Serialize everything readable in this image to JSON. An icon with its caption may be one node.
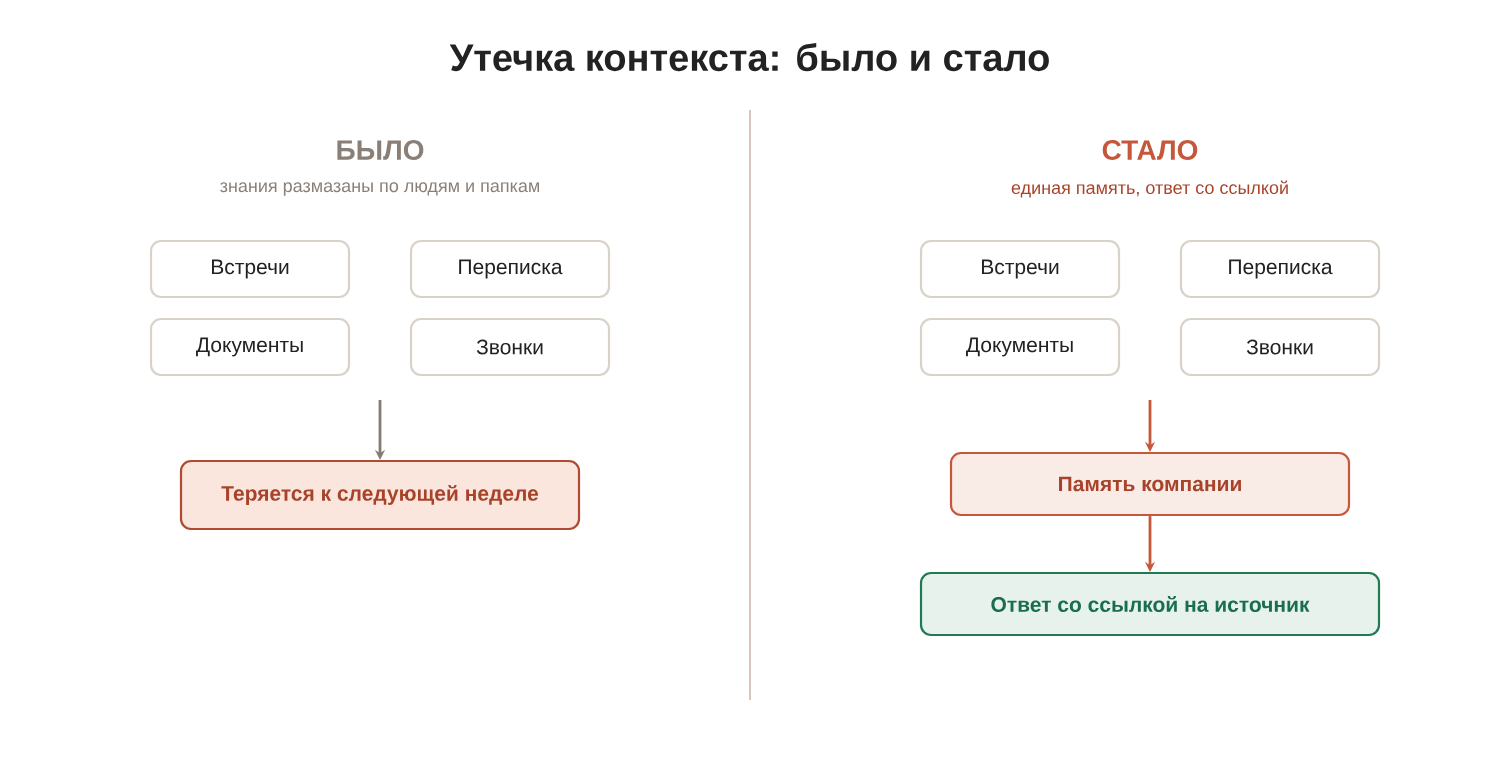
{
  "diagram": {
    "title": "Утечка контекста: было и стало",
    "nodes": [
      {
        "text": [
          "Встречи"
        ]
      },
      {
        "text": [
          "Переписка"
        ]
      },
      {
        "text": [
          "Документы"
        ]
      },
      {
        "text": [
          "Звонки"
        ]
      },
      {
        "text": [
          "Теряется к следующей неделе"
        ]
      },
      {
        "text": [
          "Встречи"
        ]
      },
      {
        "text": [
          "Переписка"
        ]
      },
      {
        "text": [
          "Документы"
        ]
      },
      {
        "text": [
          "Звонки"
        ]
      },
      {
        "text": [
          "Память компании"
        ]
      },
      {
        "text": [
          "Ответ со ссылкой на источник"
        ]
      }
    ],
    "edges": [
      {
        "from": null,
        "to": 4,
        "arrow": "to",
        "color": "#857b72"
      },
      {
        "from": null,
        "to": 9,
        "arrow": "to"
      },
      {
        "from": 9,
        "to": 10,
        "arrow": "to"
      }
    ],
    "labels": [
      "БЫЛО",
      "знания размазаны по людям и папкам",
      "СТАЛО",
      "единая память, ответ со ссылкой"
    ]
  }
}
